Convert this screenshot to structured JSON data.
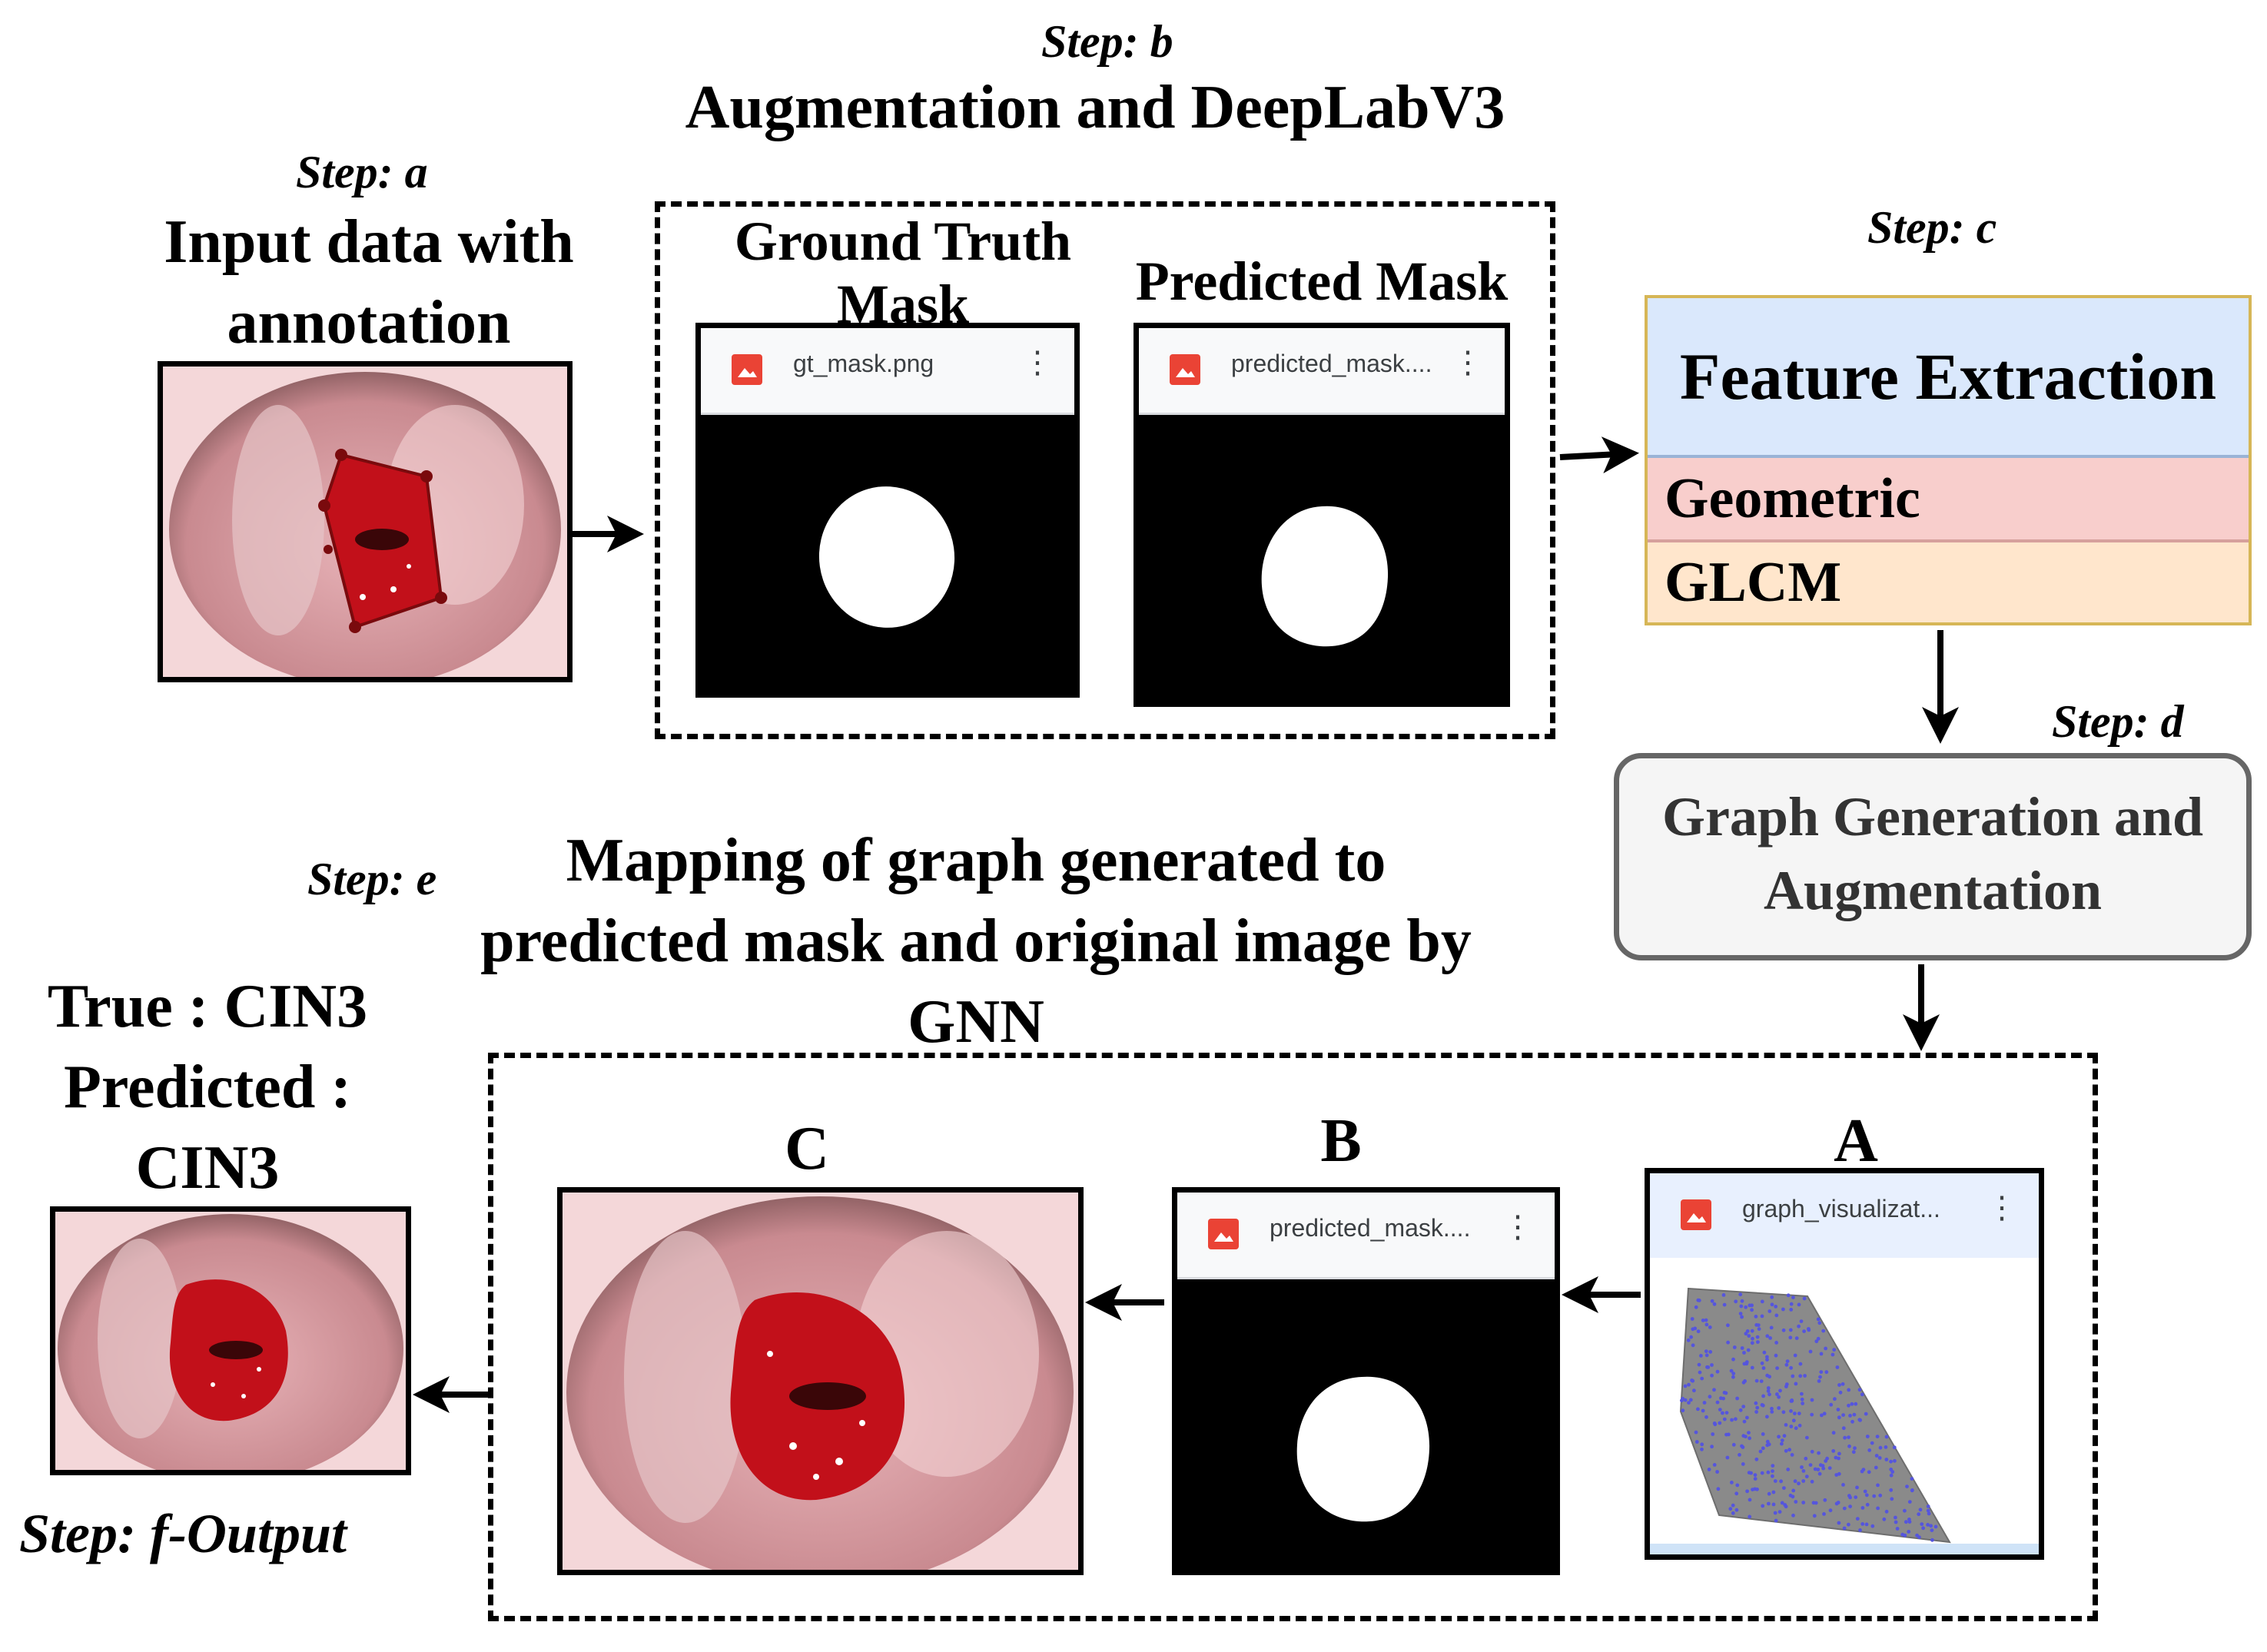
{
  "step_a": {
    "step_label": "Step: a",
    "title_line1": "Input data with",
    "title_line2": "annotation"
  },
  "step_b": {
    "step_label": "Step: b",
    "title": "Augmentation and DeepLabV3",
    "gt_caption_line1": "Ground Truth",
    "gt_caption_line2": "Mask",
    "pred_caption": "Predicted Mask",
    "gt_file": "gt_mask.png",
    "pred_file": "predicted_mask...."
  },
  "step_c": {
    "step_label": "Step: c",
    "title": "Feature Extraction",
    "rows": [
      "Geometric",
      "GLCM"
    ],
    "colors": {
      "header": "#dae8fc",
      "geometric": "#f8cecc",
      "glcm": "#ffe6cc"
    }
  },
  "step_d": {
    "step_label": "Step: d",
    "line1": "Graph Generation and",
    "line2": "Augmentation"
  },
  "step_e": {
    "step_label": "Step: e",
    "title_line1": "Mapping of graph generated to",
    "title_line2": "predicted mask and original image by",
    "title_line3": "GNN",
    "label_a": "A",
    "label_b": "B",
    "label_c": "C",
    "graph_file": "graph_visualizat...",
    "pred_file": "predicted_mask...."
  },
  "step_f": {
    "true_line": "True : CIN3",
    "pred_line1": "Predicted :",
    "pred_line2": "CIN3",
    "step_label": "Step: f-Output"
  }
}
